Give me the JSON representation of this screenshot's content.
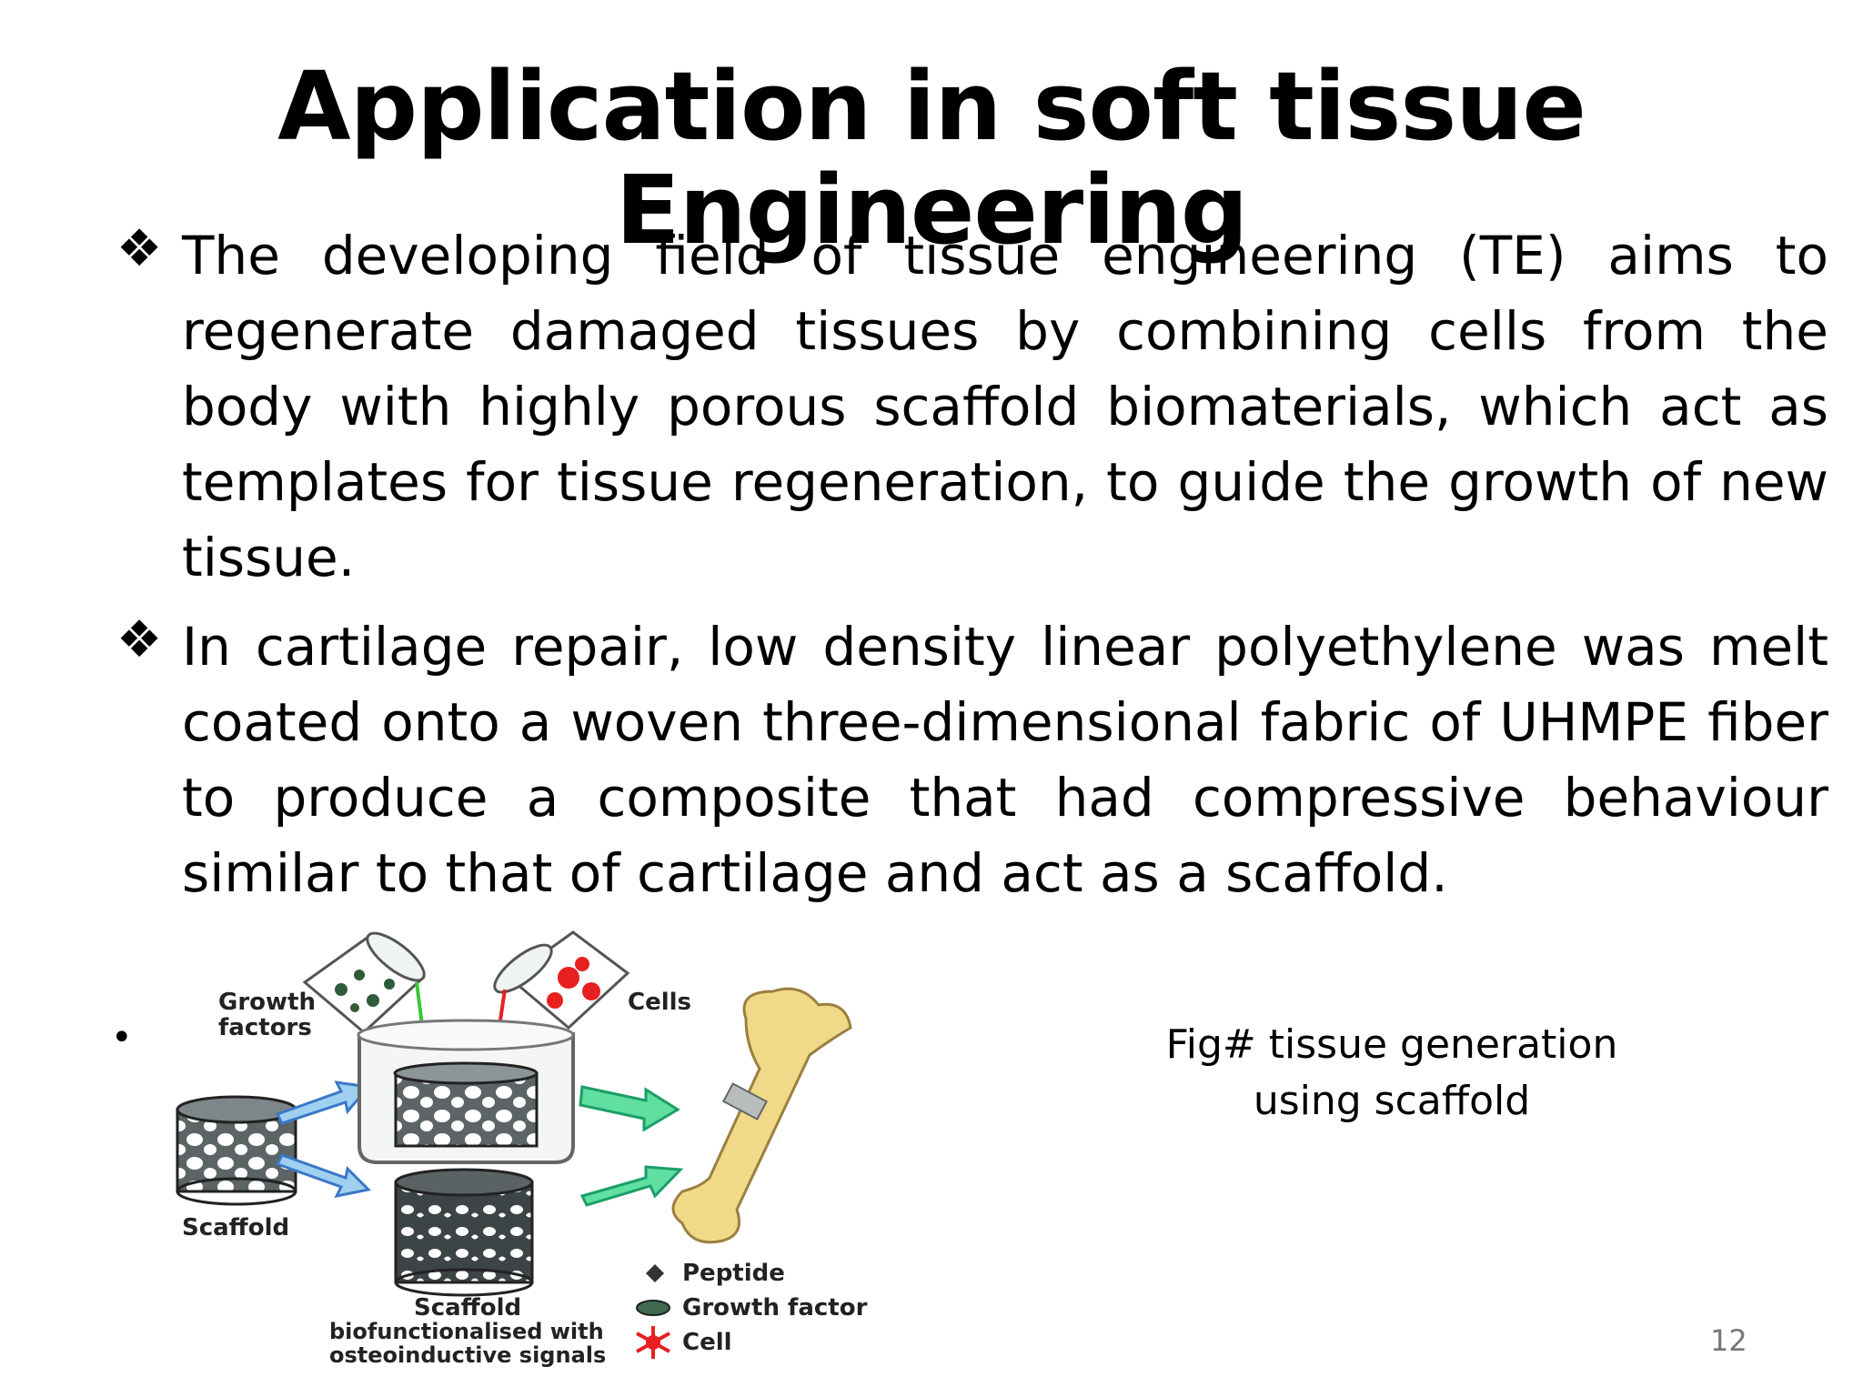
{
  "slide": {
    "title": "Application in soft tissue Engineering",
    "bullets": [
      {
        "glyph": "❖",
        "text": "The developing field of tissue engineering (TE) aims to regenerate damaged tissues by combining cells from the body with highly porous scaffold biomaterials, which act as templates for tissue regeneration, to guide the growth of new tissue."
      },
      {
        "glyph": "❖",
        "text": "In cartilage  repair, low density linear polyethylene was melt coated onto a woven three-dimensional fabric of UHMPE fiber to produce a composite that had compressive behaviour similar to that of cartilage and act  as a scaffold."
      }
    ],
    "small_bullet": "•",
    "figure": {
      "growth_line1": "Growth",
      "growth_line2": "factors",
      "cells": "Cells",
      "scaffold": "Scaffold",
      "scaffold2_line1": "Scaffold",
      "scaffold2_line2": "biofunctionalised with",
      "scaffold2_line3": "osteoinductive signals",
      "legend_peptide": "Peptide",
      "legend_growth": "Growth factor",
      "legend_cell": "Cell"
    },
    "caption_line1": "Fig#  tissue generation",
    "caption_line2": "using scaffold",
    "page_number": "12"
  }
}
